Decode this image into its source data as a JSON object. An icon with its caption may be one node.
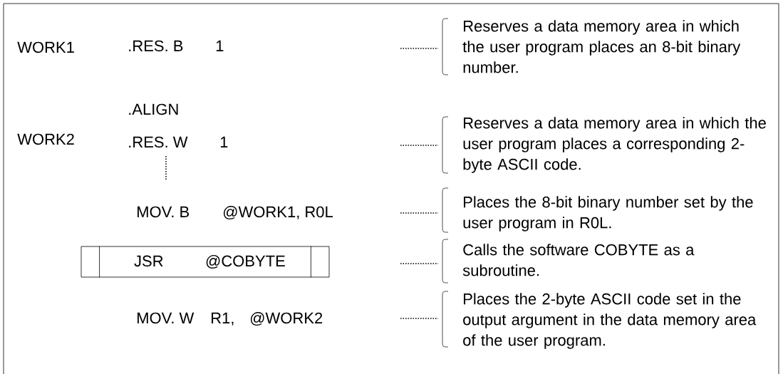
{
  "diagram": {
    "nodes": [
      {
        "text": [
          "JSR",
          "@COBYTE"
        ]
      }
    ],
    "labels": [
      "WORK1",
      ".RES. B",
      "1",
      "Reserves a data memory area in which the user program places an 8-bit binary number.",
      ".ALIGN",
      "WORK2",
      ".RES. W",
      "1",
      "Reserves a data memory area in which the user program places a corresponding 2-byte ASCII code.",
      "MOV. B",
      "@WORK1, R0L",
      "Places the 8-bit binary number set by the user program in R0L.",
      "Calls the software COBYTE as a subroutine.",
      "MOV. W",
      "R1,",
      "@WORK2",
      "Places the 2-byte ASCII code set in the output argument in the data memory area of the user program."
    ]
  }
}
